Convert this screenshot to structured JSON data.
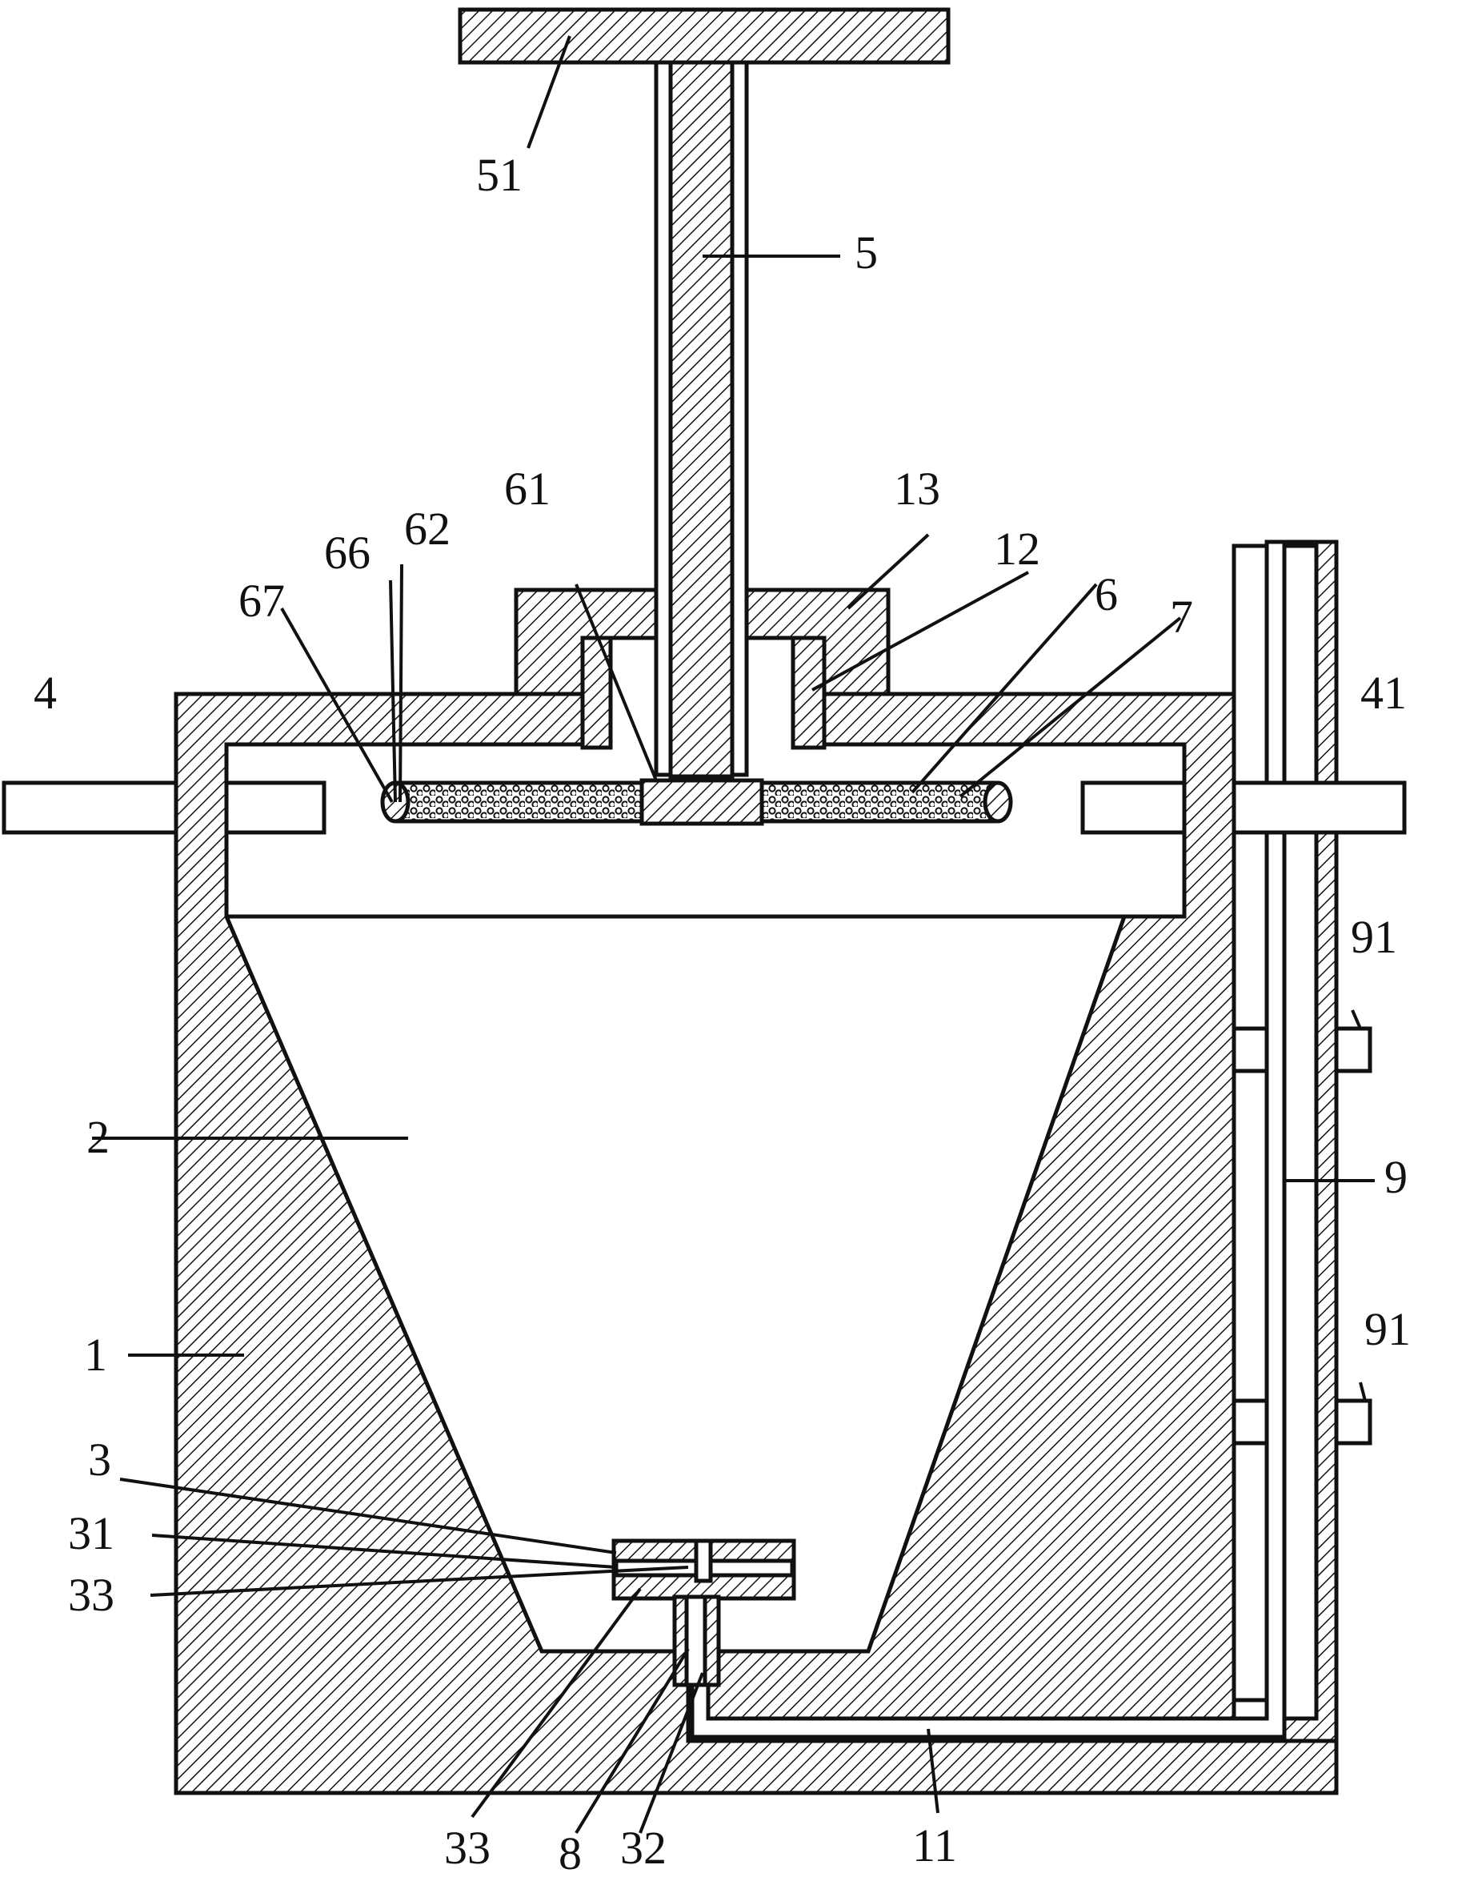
{
  "colors": {
    "ink": "#111111",
    "paper": "#ffffff"
  },
  "labels": {
    "l51": "51",
    "l5": "5",
    "l61": "61",
    "l13": "13",
    "l12": "12",
    "l66": "66",
    "l62": "62",
    "l67": "67",
    "l6": "6",
    "l7": "7",
    "l4": "4",
    "l41": "41",
    "l91a": "91",
    "l91b": "91",
    "l9": "9",
    "l2": "2",
    "l1": "1",
    "l3": "3",
    "l31": "31",
    "l33a": "33",
    "l33b": "33",
    "l8": "8",
    "l32": "32",
    "l11": "11"
  }
}
